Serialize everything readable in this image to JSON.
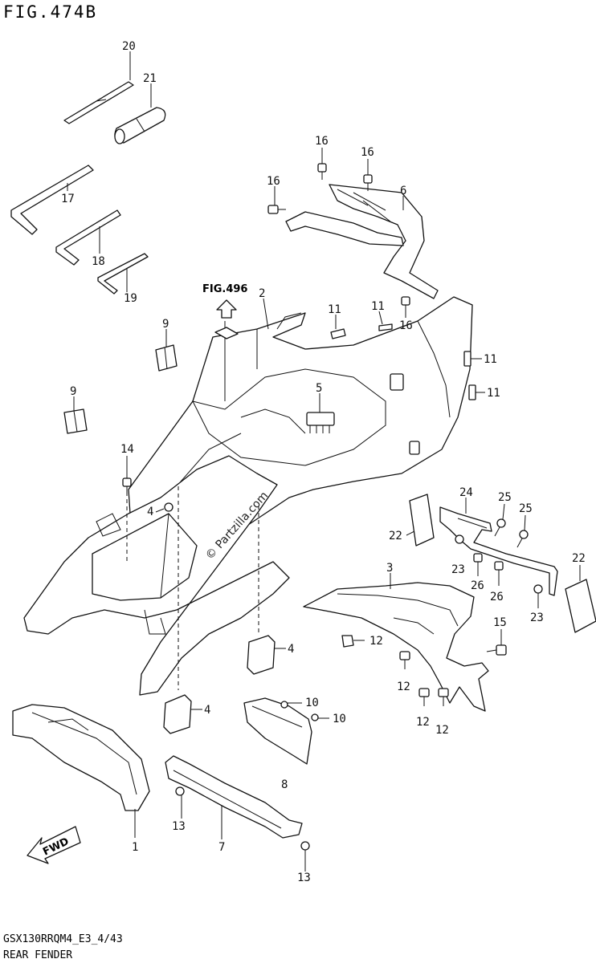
{
  "figure": {
    "title": "FIG.474B",
    "reference": "FIG.496",
    "watermark": "© Partzilla.com",
    "code": "GSX130RRQM4_E3_4/43",
    "name": "REAR FENDER",
    "fwd_label": "FWD"
  },
  "callouts": [
    {
      "id": "c20",
      "text": "20"
    },
    {
      "id": "c21",
      "text": "21"
    },
    {
      "id": "c16a",
      "text": "16"
    },
    {
      "id": "c16b",
      "text": "16"
    },
    {
      "id": "c16c",
      "text": "16"
    },
    {
      "id": "c16d",
      "text": "16"
    },
    {
      "id": "c6",
      "text": "6"
    },
    {
      "id": "c17",
      "text": "17"
    },
    {
      "id": "c18",
      "text": "18"
    },
    {
      "id": "c19",
      "text": "19"
    },
    {
      "id": "c2",
      "text": "2"
    },
    {
      "id": "c11a",
      "text": "11"
    },
    {
      "id": "c11b",
      "text": "11"
    },
    {
      "id": "c11c",
      "text": "11"
    },
    {
      "id": "c11d",
      "text": "11"
    },
    {
      "id": "c9a",
      "text": "9"
    },
    {
      "id": "c9b",
      "text": "9"
    },
    {
      "id": "c5",
      "text": "5"
    },
    {
      "id": "c14",
      "text": "14"
    },
    {
      "id": "c4a",
      "text": "4"
    },
    {
      "id": "c24",
      "text": "24"
    },
    {
      "id": "c25a",
      "text": "25"
    },
    {
      "id": "c25b",
      "text": "25"
    },
    {
      "id": "c22a",
      "text": "22"
    },
    {
      "id": "c22b",
      "text": "22"
    },
    {
      "id": "c23a",
      "text": "23"
    },
    {
      "id": "c23b",
      "text": "23"
    },
    {
      "id": "c26a",
      "text": "26"
    },
    {
      "id": "c26b",
      "text": "26"
    },
    {
      "id": "c3",
      "text": "3"
    },
    {
      "id": "c15",
      "text": "15"
    },
    {
      "id": "c12a",
      "text": "12"
    },
    {
      "id": "c12b",
      "text": "12"
    },
    {
      "id": "c12c",
      "text": "12"
    },
    {
      "id": "c12d",
      "text": "12"
    },
    {
      "id": "c4b",
      "text": "4"
    },
    {
      "id": "c4c",
      "text": "4"
    },
    {
      "id": "c10a",
      "text": "10"
    },
    {
      "id": "c10b",
      "text": "10"
    },
    {
      "id": "c8",
      "text": "8"
    },
    {
      "id": "c1",
      "text": "1"
    },
    {
      "id": "c7",
      "text": "7"
    },
    {
      "id": "c13a",
      "text": "13"
    },
    {
      "id": "c13b",
      "text": "13"
    }
  ]
}
